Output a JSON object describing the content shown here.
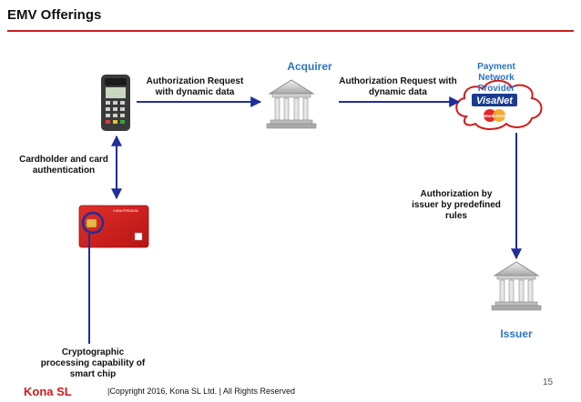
{
  "slide": {
    "title": "EMV Offerings",
    "page_number": "15"
  },
  "nodes": {
    "acquirer": "Acquirer",
    "payment_network": "Payment Network Provider",
    "issuer": "Issuer"
  },
  "edges": {
    "terminal_to_acquirer": "Authorization Request with dynamic data",
    "acquirer_to_network": "Authorization Request with dynamic data",
    "network_to_issuer": "Authorization by issuer by predefined rules",
    "card_terminal": "Cardholder and card authentication",
    "chip_note": "Cryptographic processing capability of smart chip"
  },
  "logo": {
    "visanet_text": "VisaNet",
    "mastercard_text": "MasterCard",
    "card_brand_text": "KONA PREMIUM"
  },
  "footer": {
    "brand": "Kona SL",
    "copyright": "|Copyright 2016, Kona SL Ltd. | All Rights Reserved"
  },
  "colors": {
    "accent_red": "#c81e1e",
    "arrow_blue": "#1f2f9a",
    "title_blue": "#2b74c4"
  }
}
